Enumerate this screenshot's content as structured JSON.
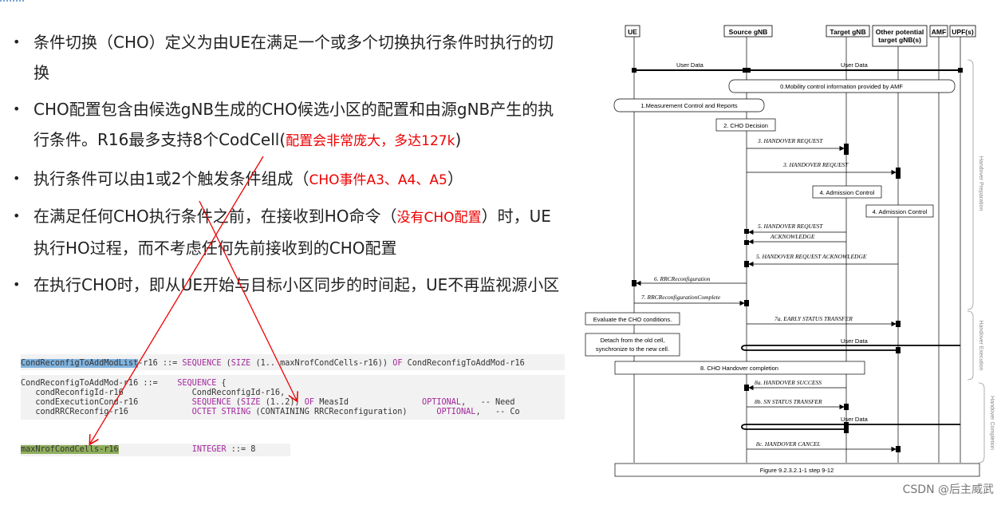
{
  "bullets": [
    {
      "text": "条件切换（CHO）定义为由UE在满足一个或多个切换执行条件时执行的切换",
      "note": ""
    },
    {
      "text": "CHO配置包含由候选gNB生成的CHO候选小区的配置和由源gNB产生的执行条件。R16最多支持8个CodCell(",
      "note": "配置会非常庞大，多达127k",
      "tail": ")"
    },
    {
      "text": "执行条件可以由1或2个触发条件组成（",
      "note": "CHO事件A3、A4、A5",
      "tail": "）"
    },
    {
      "text": "在满足任何CHO执行条件之前，在接收到HO命令（",
      "note": "没有CHO配置",
      "tail": "）时，UE执行HO过程，而不考虑任何先前接收到的CHO配置"
    },
    {
      "text": "在执行CHO时，即从UE开始与目标小区同步的时间起，UE不再监视源小区",
      "note": ""
    }
  ],
  "code": {
    "line1_name": "CondReconfigToAddModList",
    "line1_rest": "-r16 ::= ",
    "line1_kw1": "SEQUENCE",
    "line1_mid": " (",
    "line1_kw2": "SIZE",
    "line1_end": " (1.. maxNrofCondCells-r16)) ",
    "line1_kw3": "OF",
    "line1_tail": " CondReconfigToAddMod-r16",
    "line2_a": "CondReconfigToAddMod-r16 ::=    ",
    "line2_kw": "SEQUENCE",
    "line2_b": " {",
    "line3_a": "   condReconfigId-r16              CondReconfigId-r16,",
    "line4_a": "   condExecutionCond-r16           ",
    "line4_kw1": "SEQUENCE",
    "line4_b": " (",
    "line4_kw2": "SIZE",
    "line4_c": " (1..2)) ",
    "line4_kw3": "OF",
    "line4_d": " MeasId               ",
    "line4_kw4": "OPTIONAL",
    "line4_e": ",   -- Need",
    "line5_a": "   condRRCReconfig-r16             ",
    "line5_kw1": "OCTET STRING",
    "line5_b": " (CONTAINING RRCReconfiguration)      ",
    "line5_kw2": "OPTIONAL",
    "line5_c": ",   -- Co",
    "line6_name": "maxNrofCondCells-r16",
    "line6_mid": "               ",
    "line6_kw": "INTEGER",
    "line6_end": " ::= 8"
  },
  "diagram": {
    "actors": [
      "UE",
      "Source gNB",
      "Target gNB",
      "Other potential target gNB(s)",
      "AMF",
      "UPF(s)"
    ],
    "phases": [
      "Handover Preparation",
      "Handover Execution",
      "Handover Completion"
    ],
    "steps": {
      "user_data_1": "User Data",
      "user_data_2": "User Data",
      "s0": "0.Mobility control information provided by AMF",
      "s1": "1.Measurement Control and Reports",
      "s2": "2. CHO Decision",
      "s3a": "3. HANDOVER REQUEST",
      "s3b": "3. HANDOVER REQUEST",
      "s4a": "4. Admission Control",
      "s4b": "4. Admission Control",
      "s5a1": "5. HANDOVER REQUEST",
      "s5a2": "ACKNOWLEDGE",
      "s5b": "5. HANDOVER REQUEST ACKNOWLEDGE",
      "s6": "6. RRCReconfiguration",
      "s7": "7. RRCReconfigurationComplete",
      "eval": "Evaluate the CHO conditions.",
      "s7a": "7a. EARLY STATUS TRANSFER",
      "detach1": "Detach from the old cell,",
      "detach2": "synchronize to the new cell.",
      "user_data_3": "User Data",
      "s8": "8. CHO Handover completion",
      "s8a": "8a. HANDOVER SUCCESS",
      "s8b": "8b. SN STATUS TRANSFER",
      "user_data_4": "User Data",
      "s8c": "8c. HANDOVER CANCEL",
      "figure": "Figure 9.2.3.2.1-1 step 9-12"
    }
  },
  "watermark": "CSDN @后主威武"
}
